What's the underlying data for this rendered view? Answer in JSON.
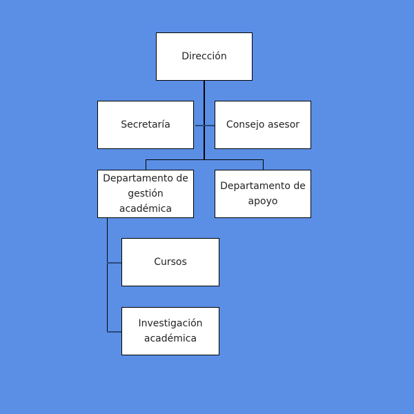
{
  "diagram": {
    "type": "org-chart",
    "background_color": "#5b8fe5",
    "nodes": [
      {
        "id": "direccion",
        "label": "Dirección",
        "parent": null
      },
      {
        "id": "secretaria",
        "label": "Secretaría",
        "parent": "direccion",
        "assistant": true
      },
      {
        "id": "consejo",
        "label": "Consejo asesor",
        "parent": "direccion",
        "assistant": true
      },
      {
        "id": "dga",
        "label": "Departamento de gestión académica",
        "parent": "direccion"
      },
      {
        "id": "dap",
        "label": "Departamento de apoyo",
        "parent": "direccion"
      },
      {
        "id": "cursos",
        "label": "Cursos",
        "parent": "dga"
      },
      {
        "id": "investigacion",
        "label": "Investigación académica",
        "parent": "dga"
      }
    ]
  }
}
